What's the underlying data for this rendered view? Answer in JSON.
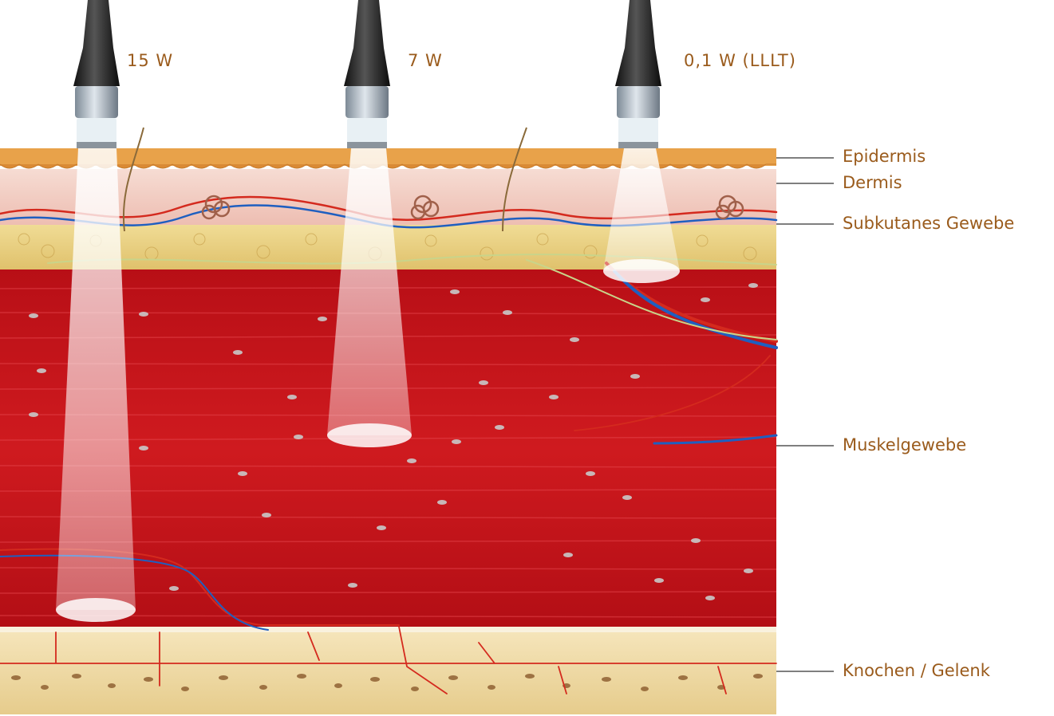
{
  "probes": [
    {
      "id": "high",
      "power_label": "15 W"
    },
    {
      "id": "medium",
      "power_label": "7 W"
    },
    {
      "id": "low",
      "power_label": "0,1 W (LLLT)"
    }
  ],
  "layers": [
    {
      "id": "epidermis",
      "label": "Epidermis"
    },
    {
      "id": "dermis",
      "label": "Dermis"
    },
    {
      "id": "subcutaneous",
      "label": "Subkutanes Gewebe"
    },
    {
      "id": "muscle",
      "label": "Muskelgewebe"
    },
    {
      "id": "bone",
      "label": "Knochen / Gelenk"
    }
  ],
  "colors": {
    "label_text": "#9a5b1c",
    "epidermis": "#e8a24a",
    "dermis": "#f3cfc6",
    "subcutaneous": "#e9cf7e",
    "muscle": "#c9141b",
    "bone": "#efd9a3",
    "vein": "#1f5fc0",
    "artery": "#d42a1e",
    "nerve": "#c9d48a",
    "beam": "#ffffff"
  }
}
